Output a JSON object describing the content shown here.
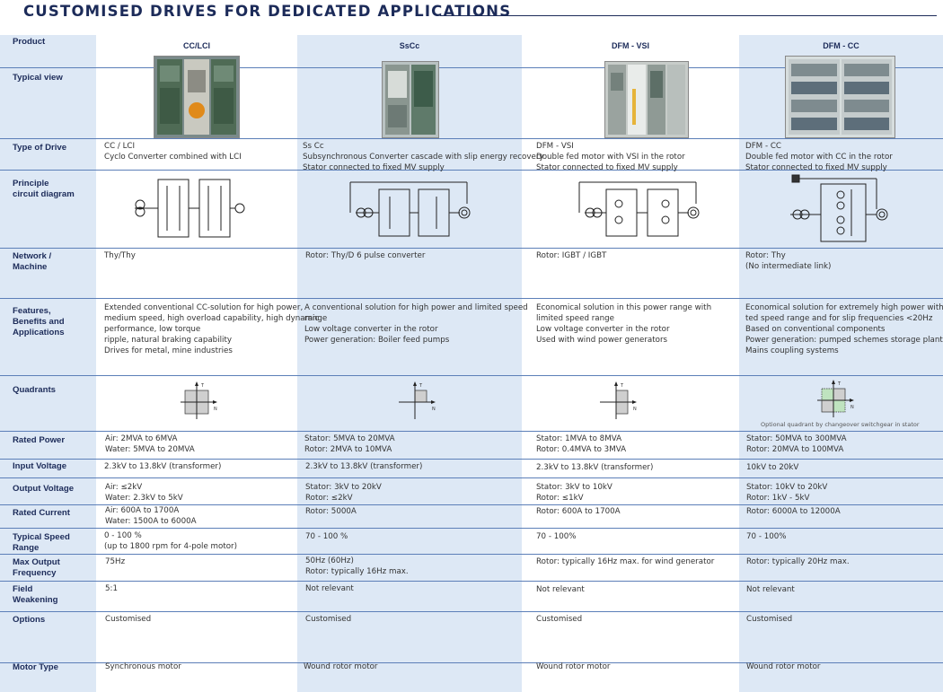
{
  "title": "CUSTOMISED DRIVES FOR DEDICATED APPLICATIONS",
  "labels": {
    "product": "Product",
    "typical_view": "Typical view",
    "type_of_drive": "Type of Drive",
    "principle_1": "Principle",
    "principle_2": "circuit diagram",
    "network_1": "Network /",
    "network_2": "Machine",
    "features_1": "Features,",
    "features_2": "Benefits and",
    "features_3": "Applications",
    "quadrants": "Quadrants",
    "rated_power": "Rated Power",
    "input_voltage": "Input Voltage",
    "output_voltage": "Output Voltage",
    "rated_current": "Rated Current",
    "speed_1": "Typical Speed",
    "speed_2": "Range",
    "maxfreq_1": "Max Output",
    "maxfreq_2": "Frequency",
    "field_1": "Field",
    "field_2": "Weakening",
    "options": "Options",
    "motor_type": "Motor Type"
  },
  "quadrant_axes": {
    "t": "T",
    "n": "N"
  },
  "products": [
    {
      "name": "CC/LCI",
      "type": [
        "CC / LCI",
        "Cyclo Converter combined with LCI"
      ],
      "network": [
        "Thy/Thy"
      ],
      "features": [
        "Extended conventional CC-solution for high power,",
        "medium speed, high overload capability, high dynamic",
        "performance, low torque",
        "ripple, natural braking capability",
        "Drives for metal, mine industries"
      ],
      "rated_power": [
        "Air: 2MVA to 6MVA",
        "Water: 5MVA to 20MVA"
      ],
      "input_voltage": [
        "2.3kV to 13.8kV (transformer)"
      ],
      "output_voltage": [
        "Air: ≤2kV",
        "Water: 2.3kV to 5kV"
      ],
      "rated_current": [
        "Air: 600A to 1700A",
        "Water: 1500A to 6000A"
      ],
      "speed": [
        " 0 - 100 %",
        "(up to 1800 rpm for 4-pole motor)"
      ],
      "max_freq": [
        "75Hz"
      ],
      "field": [
        "5:1"
      ],
      "options": [
        "Customised"
      ],
      "motor": [
        "Synchronous motor"
      ]
    },
    {
      "name": "SsCc",
      "type": [
        "Ss Cc",
        "Subsynchronous Converter  cascade with slip energy recovery",
        "Stator connected to fixed MV supply"
      ],
      "network": [
        "Rotor: Thy/D 6 pulse converter"
      ],
      "features": [
        "A conventional solution for high power and limited speed",
        "range",
        "Low voltage converter in the rotor",
        "Power generation: Boiler feed pumps"
      ],
      "rated_power": [
        "Stator: 5MVA to 20MVA",
        "Rotor: 2MVA to 10MVA"
      ],
      "input_voltage": [
        "2.3kV to 13.8kV (transformer)"
      ],
      "output_voltage": [
        "Stator: 3kV to 20kV",
        "Rotor: ≤2kV"
      ],
      "rated_current": [
        "Rotor:  5000A"
      ],
      "speed": [
        "70 - 100 %"
      ],
      "max_freq": [
        "50Hz (60Hz)",
        "Rotor: typically 16Hz max."
      ],
      "field": [
        "Not relevant"
      ],
      "options": [
        "Customised"
      ],
      "motor": [
        "Wound rotor motor"
      ]
    },
    {
      "name": "DFM - VSI",
      "type": [
        "DFM - VSI",
        "Double fed motor with VSI in the rotor",
        "Stator connected to fixed MV supply"
      ],
      "network": [
        "Rotor: IGBT / IGBT"
      ],
      "features": [
        "Economical solution in this power range with",
        "limited speed range",
        "Low voltage converter in the rotor",
        "Used with wind power generators"
      ],
      "rated_power": [
        "Stator: 1MVA to 8MVA",
        "Rotor: 0.4MVA to 3MVA"
      ],
      "input_voltage": [
        "2.3kV to 13.8kV (transformer)"
      ],
      "output_voltage": [
        "Stator: 3kV to 10kV",
        "Rotor: ≤1kV"
      ],
      "rated_current": [
        "Rotor: 600A to 1700A"
      ],
      "speed": [
        "70 - 100%"
      ],
      "max_freq": [
        "Rotor: typically 16Hz max. for wind generator"
      ],
      "field": [
        "Not relevant"
      ],
      "options": [
        "Customised"
      ],
      "motor": [
        "Wound rotor motor"
      ]
    },
    {
      "name": "DFM - CC",
      "type": [
        "DFM - CC",
        "Double fed motor with CC in the rotor",
        "Stator connected to fixed MV supply"
      ],
      "network": [
        "Rotor: Thy",
        "(No intermediate link)"
      ],
      "features": [
        "Economical solution for extremely high power with limi-",
        "ted speed range and for slip frequencies <20Hz",
        "Based on conventional components",
        "Power generation: pumped schemes storage plants",
        "Mains coupling systems"
      ],
      "rated_power": [
        "Stator: 50MVA to 300MVA",
        "Rotor: 20MVA to 100MVA"
      ],
      "input_voltage": [
        "10kV to 20kV"
      ],
      "output_voltage": [
        "Stator: 10kV to 20kV",
        "Rotor: 1kV - 5kV"
      ],
      "rated_current": [
        "Rotor: 6000A to 12000A"
      ],
      "speed": [
        "70 - 100%"
      ],
      "max_freq": [
        "Rotor: typically 20Hz max."
      ],
      "field": [
        "Not relevant"
      ],
      "options": [
        "Customised"
      ],
      "motor": [
        "Wound rotor motor"
      ],
      "quadrant_note": "Optional quadrant by changeover switchgear in stator"
    }
  ]
}
